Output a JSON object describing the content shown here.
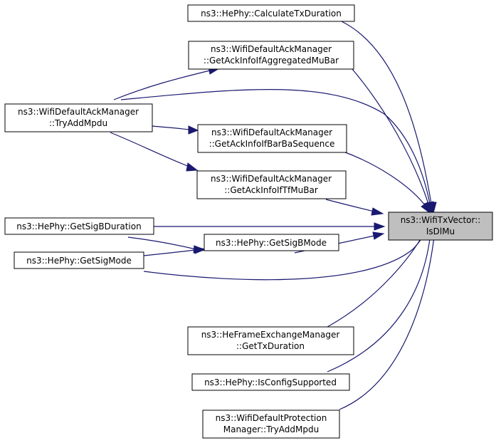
{
  "graph": {
    "target": {
      "line1": "ns3::WifiTxVector::",
      "line2": "IsDlMu"
    },
    "n_calc": {
      "line1": "ns3::HePhy::CalculateTxDuration"
    },
    "n_ackmubar": {
      "line1": "ns3::WifiDefaultAckManager",
      "line2": "::GetAckInfoIfAggregatedMuBar"
    },
    "n_tryadd": {
      "line1": "ns3::WifiDefaultAckManager",
      "line2": "::TryAddMpdu"
    },
    "n_barba": {
      "line1": "ns3::WifiDefaultAckManager",
      "line2": "::GetAckInfoIfBarBaSequence"
    },
    "n_tfmubar": {
      "line1": "ns3::WifiDefaultAckManager",
      "line2": "::GetAckInfoIfTfMuBar"
    },
    "n_sigbdur": {
      "line1": "ns3::HePhy::GetSigBDuration"
    },
    "n_sigbmode": {
      "line1": "ns3::HePhy::GetSigBMode"
    },
    "n_sigmode": {
      "line1": "ns3::HePhy::GetSigMode"
    },
    "n_hefem": {
      "line1": "ns3::HeFrameExchangeManager",
      "line2": "::GetTxDuration"
    },
    "n_config": {
      "line1": "ns3::HePhy::IsConfigSupported"
    },
    "n_protect": {
      "line1": "ns3::WifiDefaultProtection",
      "line2": "Manager::TryAddMpdu"
    }
  }
}
